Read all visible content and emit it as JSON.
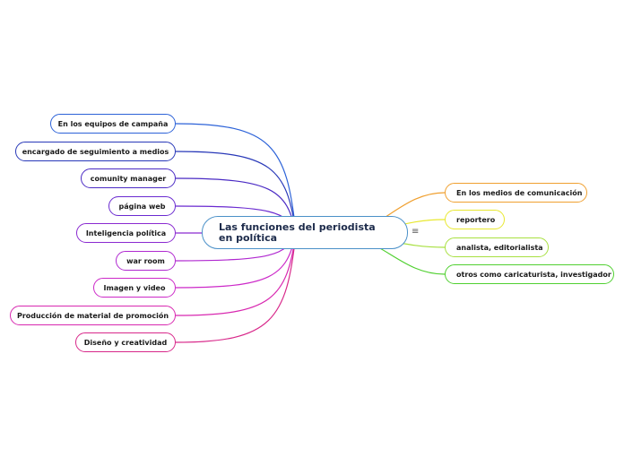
{
  "central": {
    "title": "Las funciones del periodista en política",
    "color": "#4a90c8"
  },
  "menu_icon": "≡",
  "left_topics": [
    {
      "label": "En los equipos de campaña",
      "color": "#2c62d8"
    },
    {
      "label": "encargado de seguimiento a medios",
      "color": "#2838b8"
    },
    {
      "label": "comunity manager",
      "color": "#4a2ac4"
    },
    {
      "label": "página web",
      "color": "#6a2ad0"
    },
    {
      "label": "Inteligencia política",
      "color": "#8a2ad0"
    },
    {
      "label": "war room",
      "color": "#b028d0"
    },
    {
      "label": "Imagen y video",
      "color": "#cc28c8"
    },
    {
      "label": "Producción de material de promoción",
      "color": "#d828b0"
    },
    {
      "label": "Diseño y creatividad",
      "color": "#d8288a"
    }
  ],
  "right_topics": [
    {
      "label": "En los medios de comunicación",
      "color": "#f0a030"
    },
    {
      "label": "reportero",
      "color": "#e8e830"
    },
    {
      "label": "analista, editorialista",
      "color": "#a8e040"
    },
    {
      "label": "otros como caricaturista, investigador",
      "color": "#50d030"
    }
  ]
}
